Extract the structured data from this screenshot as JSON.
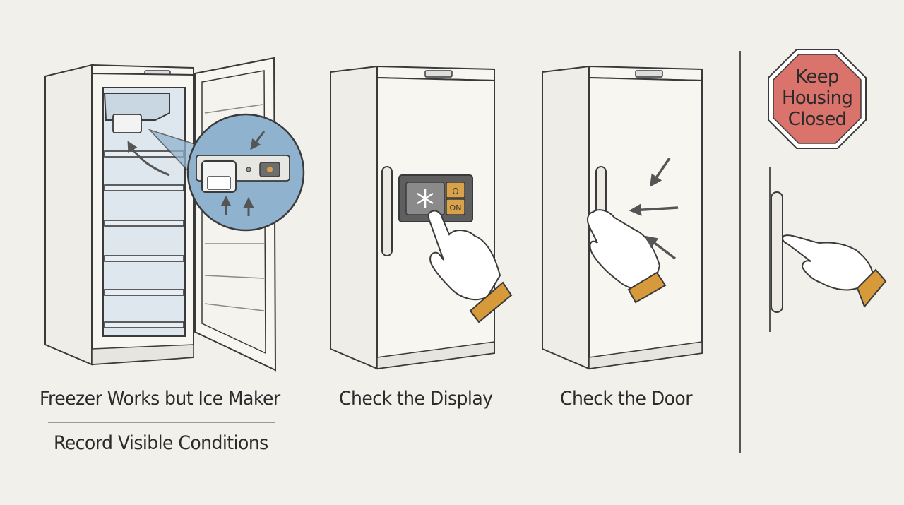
{
  "panels": [
    {
      "caption": "Freezer Works but Ice Maker",
      "subcaption": "Record Visible Conditions"
    },
    {
      "caption": "Check the Display"
    },
    {
      "caption": "Check the Door"
    }
  ],
  "sign": {
    "lines": [
      "Keep",
      "Housing",
      "Closed"
    ],
    "color": "#d9736b"
  },
  "display_panel": {
    "switch_off": "O",
    "switch_on": "ON"
  },
  "colors": {
    "background": "#f2f0ea",
    "appliance": "#f7f6f1",
    "outline": "#3a3a3a",
    "interior": "#dfe7ee",
    "zoom_circle": "#8fb3cf",
    "switch": "#d9a24a",
    "cuff": "#d69a3a",
    "arrow": "#555555"
  }
}
